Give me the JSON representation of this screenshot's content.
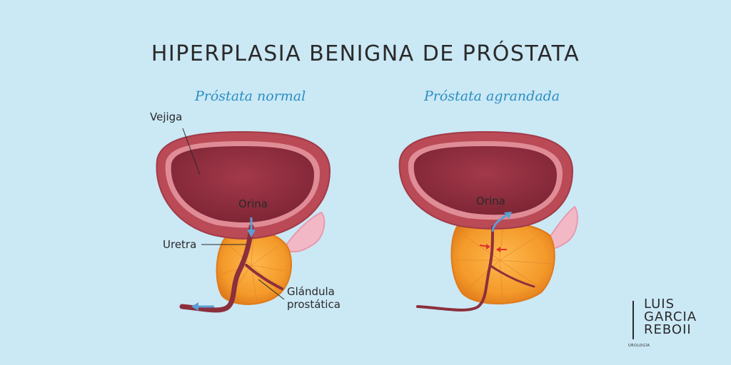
{
  "title": "HIPERPLASIA BENIGNA DE PRÓSTATA",
  "panels": {
    "normal": {
      "heading": "Próstata normal",
      "labels": {
        "bladder": "Vejiga",
        "urine": "Orina",
        "urethra": "Uretra",
        "gland_line1": "Glándula",
        "gland_line2": "prostática"
      }
    },
    "enlarged": {
      "heading": "Próstata agrandada",
      "labels": {
        "urine": "Orina"
      }
    }
  },
  "logo": {
    "line1": "LUIS",
    "line2": "GARCIA",
    "line3": "REBOII",
    "tagline": "UROLOGÍA"
  },
  "colors": {
    "background": "#cbe8f5",
    "bladder_outer": "#b94a56",
    "bladder_inner": "#8a2b3b",
    "prostate": "#f39a2a",
    "urethra": "#8c2f3d",
    "flow_arrow": "#5a9fd4",
    "compression_arrow": "#e03030",
    "heading_accent": "#2a8fc0"
  }
}
